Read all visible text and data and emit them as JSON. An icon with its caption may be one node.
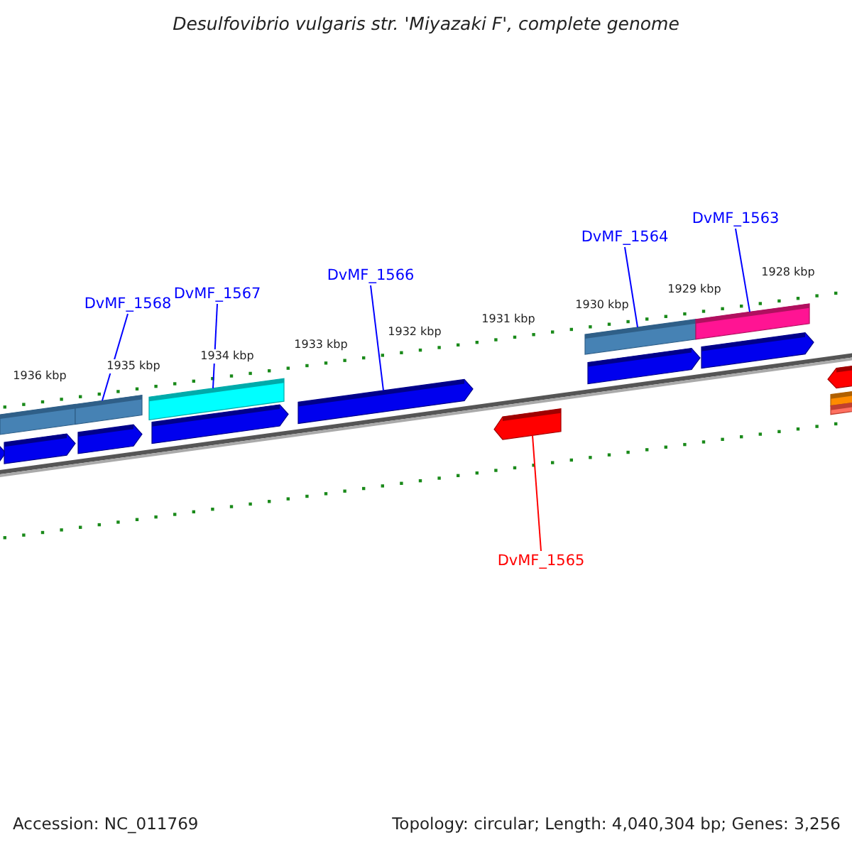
{
  "diagram": {
    "title": "Desulfovibrio vulgaris str. 'Miyazaki F', complete genome",
    "nodes": [
      {
        "text": [
          "DvMF_1568"
        ]
      },
      {
        "text": [
          "DvMF_1567"
        ]
      },
      {
        "text": [
          "DvMF_1566"
        ]
      },
      {
        "text": [
          "DvMF_1564"
        ]
      },
      {
        "text": [
          "DvMF_1563"
        ]
      },
      {
        "text": [
          "DvMF_1565"
        ]
      },
      {
        "text": [],
        "shape": "arrow"
      },
      {
        "text": [],
        "shape": "bar"
      },
      {
        "text": [],
        "shape": "arrow"
      },
      {
        "text": [],
        "shape": "bar"
      },
      {
        "text": [],
        "shape": "arrow"
      },
      {
        "text": [],
        "shape": "bar"
      },
      {
        "text": [],
        "shape": "arrow"
      },
      {
        "text": [],
        "shape": "arrow"
      },
      {
        "text": [],
        "shape": "arrow"
      },
      {
        "text": [],
        "shape": "bar"
      },
      {
        "text": [],
        "shape": "arrow"
      },
      {
        "text": [],
        "shape": "bar"
      },
      {
        "text": [],
        "shape": "arrow"
      },
      {
        "text": [],
        "shape": "arrow"
      },
      {
        "text": [],
        "shape": "bar"
      },
      {
        "text": [],
        "shape": "bar"
      }
    ],
    "edges": [
      {
        "from": 0,
        "to": 9,
        "arrow": "none"
      },
      {
        "from": 1,
        "to": 11,
        "arrow": "none"
      },
      {
        "from": 2,
        "to": 13,
        "arrow": "none"
      },
      {
        "from": 3,
        "to": 15,
        "arrow": "none"
      },
      {
        "from": 4,
        "to": 17,
        "arrow": "none"
      },
      {
        "from": 5,
        "to": 14,
        "arrow": "none",
        "color": "#ff0000"
      }
    ],
    "labels": [
      "1936 kbp",
      "1935 kbp",
      "1934 kbp",
      "1933 kbp",
      "1932 kbp",
      "1931 kbp",
      "1930 kbp",
      "1929 kbp",
      "1928 kbp",
      "Accession: NC_011769",
      "Topology: circular; Length: 4,040,304 bp; Genes: 3,256"
    ]
  }
}
